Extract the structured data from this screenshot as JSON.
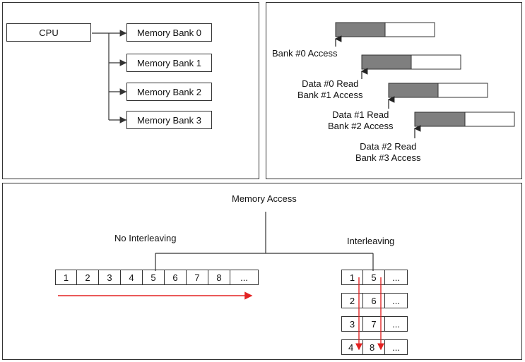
{
  "bank_diagram": {
    "cpu_label": "CPU",
    "banks": [
      "Memory Bank 0",
      "Memory Bank 1",
      "Memory Bank 2",
      "Memory Bank 3"
    ]
  },
  "timing": {
    "stages": [
      {
        "lines": [
          "Bank #0 Access"
        ]
      },
      {
        "lines": [
          "Data #0 Read",
          "Bank #1 Access"
        ]
      },
      {
        "lines": [
          "Data #1 Read",
          "Bank #2 Access"
        ]
      },
      {
        "lines": [
          "Data #2 Read",
          "Bank #3 Access"
        ]
      }
    ]
  },
  "access": {
    "title": "Memory Access",
    "no_interleaving_label": "No Interleaving",
    "interleaving_label": "Interleaving",
    "sequence": [
      "1",
      "2",
      "3",
      "4",
      "5",
      "6",
      "7",
      "8",
      "..."
    ],
    "grid": [
      [
        "1",
        "5",
        "..."
      ],
      [
        "2",
        "6",
        "..."
      ],
      [
        "3",
        "7",
        "..."
      ],
      [
        "4",
        "8",
        "..."
      ]
    ]
  },
  "colors": {
    "border": "#333333",
    "fill": "#7f7f7f",
    "arrow": "#e32222"
  }
}
